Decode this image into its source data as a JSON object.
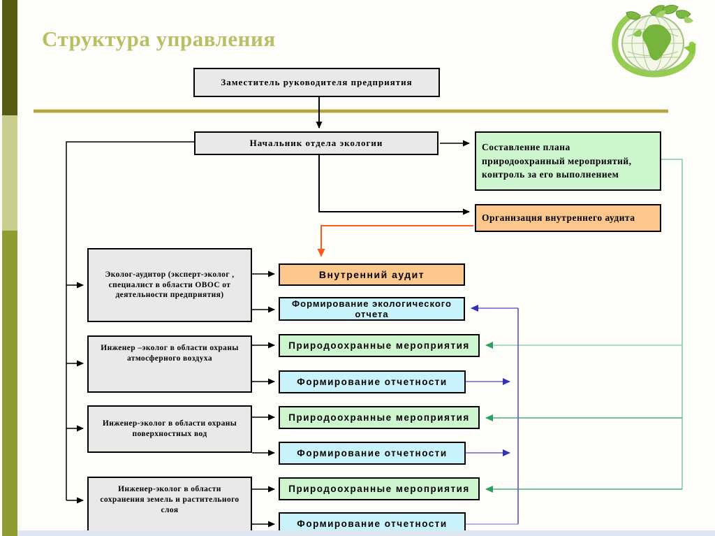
{
  "slide": {
    "title": "Структура управления",
    "logo_name": "eco-globe-logo"
  },
  "nodes": {
    "deputy": "Заместитель руководителя предприятия",
    "head": "Начальник отдела экологии",
    "plan": "Составление плана природоохранный мероприятий, контроль за его выполнением",
    "org_audit": "Организация внутреннего аудита",
    "internal_audit": "Внутренний аудит",
    "eco_report": "Формирование экологического отчета",
    "specialists": [
      "Эколог-аудитор (эксперт-эколог , специалист в области ОВОС от деятельности предприятия)",
      "Инженер –эколог в области охраны атмосферного воздуха",
      "Инженер-эколог в области охраны поверхностных вод",
      "Инженер-эколог в области сохранения земель и растительного слоя"
    ],
    "pairs": [
      {
        "activity": "Природоохранные мероприятия",
        "reporting": "Формирование отчетности"
      },
      {
        "activity": "Природоохранные мероприятия",
        "reporting": "Формирование отчетности"
      },
      {
        "activity": "Природоохранные мероприятия",
        "reporting": "Формирование отчетности"
      }
    ]
  },
  "colors": {
    "title": "#b9bf66",
    "accent_bar_dark": "#575b11",
    "accent_bar_light": "#c8cf8e",
    "accent_bar_mid": "#8e9c30",
    "divider_rule": "#b1a33c",
    "box_gray": "#e9e9e9",
    "box_green": "#cdf5ce",
    "box_orange": "#fcc78c",
    "box_cyan": "#c8f3fb",
    "connector_black": "#000000",
    "connector_orange": "#ff5a1a",
    "connector_teal": "#6fbd95",
    "connector_blue": "#6b63ce"
  }
}
